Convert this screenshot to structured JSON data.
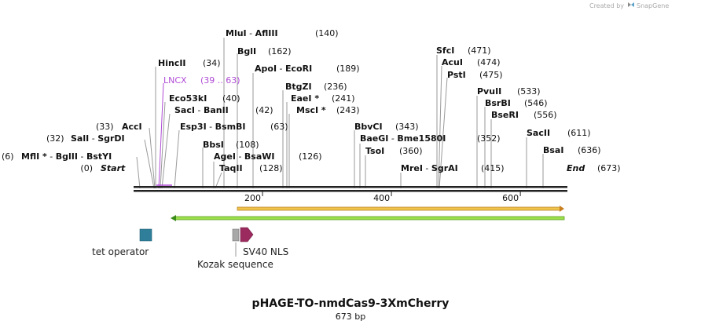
{
  "watermark": {
    "prefix": "Created by",
    "brand": "SnapGene"
  },
  "map": {
    "title": "pHAGE-TO-nmdCas9-3XmCherry",
    "length_label": "673 bp",
    "length_bp": 673,
    "start_label": "Start",
    "start_pos": "(0)",
    "end_label": "End",
    "end_pos": "(673)",
    "ruler_ticks": [
      "200",
      "400",
      "600"
    ]
  },
  "sites": [
    {
      "key": "mlui",
      "parts": [
        "MluI",
        "AflIII"
      ],
      "pos": "(140)"
    },
    {
      "key": "bgli",
      "parts": [
        "BglI"
      ],
      "pos": "(162)"
    },
    {
      "key": "hincii",
      "parts": [
        "HincII"
      ],
      "pos": "(34)"
    },
    {
      "key": "apoi",
      "parts": [
        "ApoI",
        "EcoRI"
      ],
      "pos": "(189)"
    },
    {
      "key": "lncx",
      "parts": [
        "LNCX"
      ],
      "pos": "(39 .. 63)",
      "color": "#b04cd6"
    },
    {
      "key": "btgzi",
      "parts": [
        "BtgZI"
      ],
      "pos": "(236)"
    },
    {
      "key": "eco53ki",
      "parts": [
        "Eco53kI"
      ],
      "pos": "(40)"
    },
    {
      "key": "eaei",
      "parts": [
        "EaeI *"
      ],
      "pos": "(241)"
    },
    {
      "key": "saci",
      "parts": [
        "SacI",
        "BanII"
      ],
      "pos": "(42)"
    },
    {
      "key": "msci",
      "parts": [
        "MscI *"
      ],
      "pos": "(243)"
    },
    {
      "key": "acci",
      "parts": [
        "AccI"
      ],
      "pos": "(33)"
    },
    {
      "key": "esp3i",
      "parts": [
        "Esp3I",
        "BsmBI"
      ],
      "pos": "(63)"
    },
    {
      "key": "bbvci",
      "parts": [
        "BbvCI"
      ],
      "pos": "(343)"
    },
    {
      "key": "sali",
      "parts": [
        "SalI",
        "SgrDI"
      ],
      "pos": "(32)"
    },
    {
      "key": "bbsi",
      "parts": [
        "BbsI"
      ],
      "pos": "(108)"
    },
    {
      "key": "baegi",
      "parts": [
        "BaeGI",
        "Bme1580I"
      ],
      "pos": "(352)"
    },
    {
      "key": "mfli",
      "parts": [
        "MflI *",
        "BglII",
        "BstYI"
      ],
      "pos": "(6)"
    },
    {
      "key": "agei",
      "parts": [
        "AgeI",
        "BsaWI"
      ],
      "pos": "(126)"
    },
    {
      "key": "tsoi",
      "parts": [
        "TsoI"
      ],
      "pos": "(360)"
    },
    {
      "key": "taqii",
      "parts": [
        "TaqII"
      ],
      "pos": "(128)"
    },
    {
      "key": "mrei",
      "parts": [
        "MreI",
        "SgrAI"
      ],
      "pos": "(415)"
    },
    {
      "key": "sfci",
      "parts": [
        "SfcI"
      ],
      "pos": "(471)"
    },
    {
      "key": "acui",
      "parts": [
        "AcuI"
      ],
      "pos": "(474)"
    },
    {
      "key": "psti",
      "parts": [
        "PstI"
      ],
      "pos": "(475)"
    },
    {
      "key": "pvuii",
      "parts": [
        "PvuII"
      ],
      "pos": "(533)"
    },
    {
      "key": "bsrbi",
      "parts": [
        "BsrBI"
      ],
      "pos": "(546)"
    },
    {
      "key": "bseri",
      "parts": [
        "BseRI"
      ],
      "pos": "(556)"
    },
    {
      "key": "sacii",
      "parts": [
        "SacII"
      ],
      "pos": "(611)"
    },
    {
      "key": "bsai",
      "parts": [
        "BsaI"
      ],
      "pos": "(636)"
    }
  ],
  "features": [
    {
      "key": "tet_operator",
      "label": "tet operator",
      "color": "#2f7f9a"
    },
    {
      "key": "kozak",
      "label": "Kozak sequence",
      "color": "#a8a8a8"
    },
    {
      "key": "sv40_nls",
      "label": "SV40 NLS",
      "color": "#9b2a5e"
    },
    {
      "key": "orf_forward",
      "label": "",
      "color": "#f0c34a"
    },
    {
      "key": "orf_reverse",
      "label": "",
      "color": "#9be04a"
    }
  ]
}
